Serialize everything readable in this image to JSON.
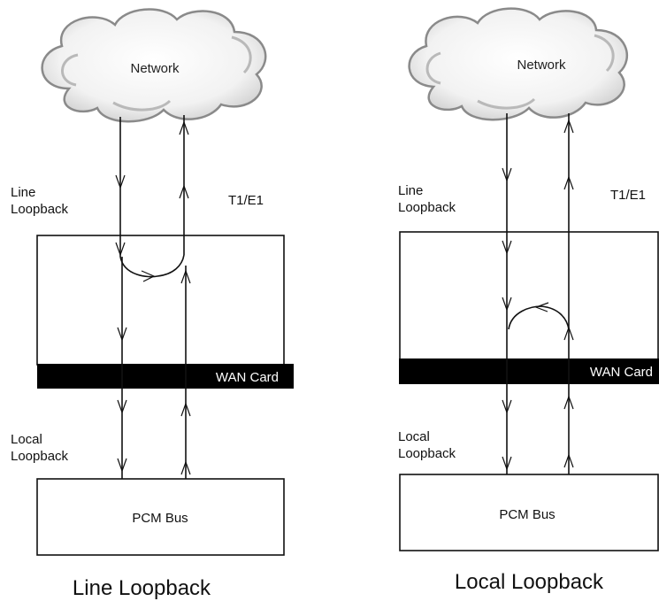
{
  "left": {
    "cloud_label": "Network",
    "line_loopback_label": [
      "Line",
      "Loopback"
    ],
    "t1e1_label": "T1/E1",
    "wan_card_label": "WAN Card",
    "local_loopback_label": [
      "Local",
      "Loopback"
    ],
    "pcm_bus_label": "PCM Bus",
    "caption": "Line Loopback"
  },
  "right": {
    "cloud_label": "Network",
    "line_loopback_label": [
      "Line",
      "Loopback"
    ],
    "t1e1_label": "T1/E1",
    "wan_card_label": "WAN Card",
    "local_loopback_label": [
      "Local",
      "Loopback"
    ],
    "pcm_bus_label": "PCM Bus",
    "caption": "Local Loopback"
  }
}
